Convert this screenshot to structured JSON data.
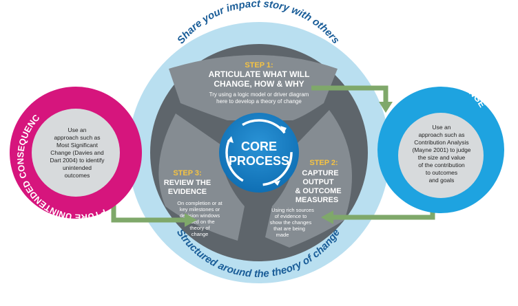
{
  "outer_ring": {
    "top_label": "Share your impact story with others",
    "bottom_label": "Structured around the theory of change"
  },
  "core": {
    "line1": "CORE",
    "line2": "PROCESS"
  },
  "step1": {
    "number": "STEP 1:",
    "title1": "ARTICULATE WHAT WILL",
    "title2": "CHANGE, HOW & WHY",
    "desc1": "Try using a logic model or driver diagram",
    "desc2": "here to develop a theory of change"
  },
  "step2": {
    "number": "STEP 2:",
    "title1": "CAPTURE",
    "title2": "OUTPUT",
    "title3": "& OUTCOME",
    "title4": "MEASURES",
    "desc1": "Using rich sources",
    "desc2": "of evidence to",
    "desc3": "show the changes",
    "desc4": "that are being",
    "desc5": "made"
  },
  "step3": {
    "number": "STEP 3:",
    "title1": "REVIEW THE",
    "title2": "EVIDENCE",
    "desc1": "On completion or at",
    "desc2": "key milestones or",
    "desc3": "decision windows",
    "desc4": "based on the",
    "desc5": "theory of",
    "desc6": "change"
  },
  "left_circle": {
    "title": "CAPTURE UNINTENDED CONSEQUENCES",
    "desc1": "Use an",
    "desc2": "approach such as",
    "desc3": "Most Significant",
    "desc4": "Change (Davies and",
    "desc5": "Dart 2004) to identify",
    "desc6": "unintended",
    "desc7": "outcomes"
  },
  "right_circle": {
    "title": "ATTRIBUTE CHANGE",
    "desc1": "Use an",
    "desc2": "approach such as",
    "desc3": "Contribution Analysis",
    "desc4": "(Mayne 2001) to judge",
    "desc5": "the size and value",
    "desc6": "of the contribution",
    "desc7": "to outcomes",
    "desc8": "and goals"
  },
  "colors": {
    "light_blue_ring": "#b9dff0",
    "ring_text": "#1a5d98",
    "dark_gray": "#5e656b",
    "mid_gray": "#858c92",
    "core_blue": "#1781c8",
    "magenta": "#d6157d",
    "bright_blue": "#1ea3e0",
    "inner_gray": "#d7dadc",
    "green_arrow": "#7fa86a"
  }
}
